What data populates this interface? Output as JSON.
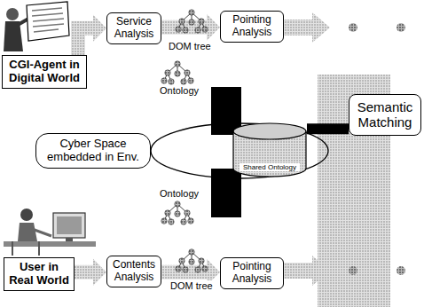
{
  "diagram": {
    "nodes": [
      {
        "text": [
          "CGI-Agent in Digital World"
        ]
      },
      {
        "text": [
          "Service Analysis"
        ]
      },
      {
        "text": [
          "Pointing Analysis"
        ]
      },
      {
        "text": [
          "Cyber Space embedded in Env."
        ]
      },
      {
        "text": [
          "Shared Ontology"
        ]
      },
      {
        "text": [
          "Semantic Matching"
        ]
      },
      {
        "text": [
          "User in Real World"
        ]
      },
      {
        "text": [
          "Contents Analysis"
        ]
      },
      {
        "text": [
          "Pointing Analysis"
        ]
      }
    ],
    "edges": [
      {
        "from": 0,
        "to": 1,
        "arrow": "to"
      },
      {
        "from": 1,
        "to": 2,
        "arrow": "to"
      },
      {
        "from": 6,
        "to": 7,
        "arrow": "to"
      },
      {
        "from": 7,
        "to": 8,
        "arrow": "to"
      },
      {
        "from": 4,
        "to": 5,
        "arrow": "none"
      }
    ],
    "labels": [
      "DOM tree",
      "Ontology",
      "Ontology",
      "DOM tree"
    ]
  }
}
